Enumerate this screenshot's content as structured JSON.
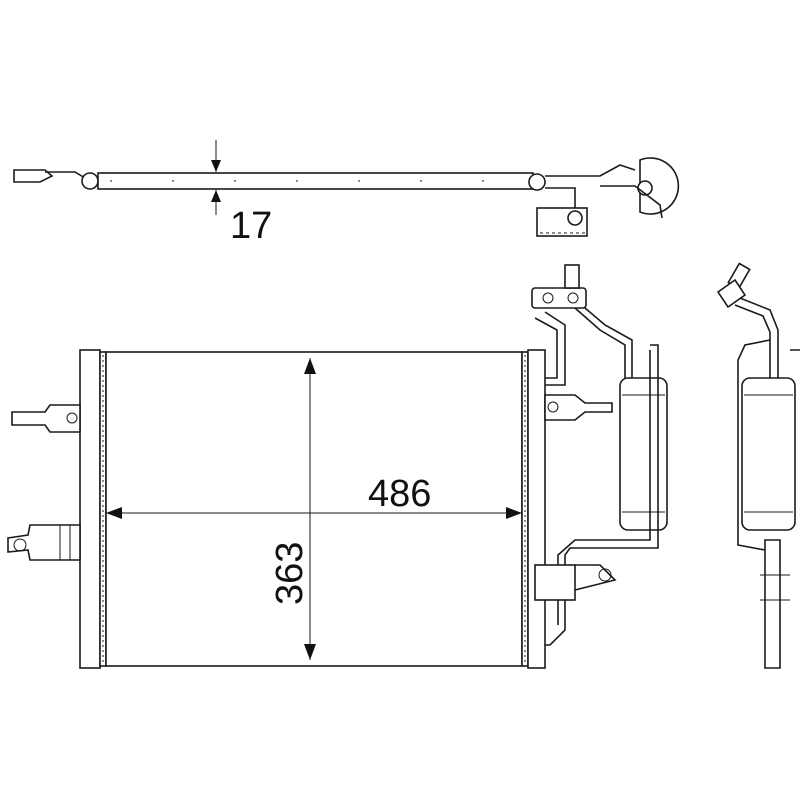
{
  "drawing": {
    "dimensions": {
      "thickness": "17",
      "width": "486",
      "height": "363"
    },
    "line_color": "#1a1a1a",
    "background": "#ffffff"
  }
}
